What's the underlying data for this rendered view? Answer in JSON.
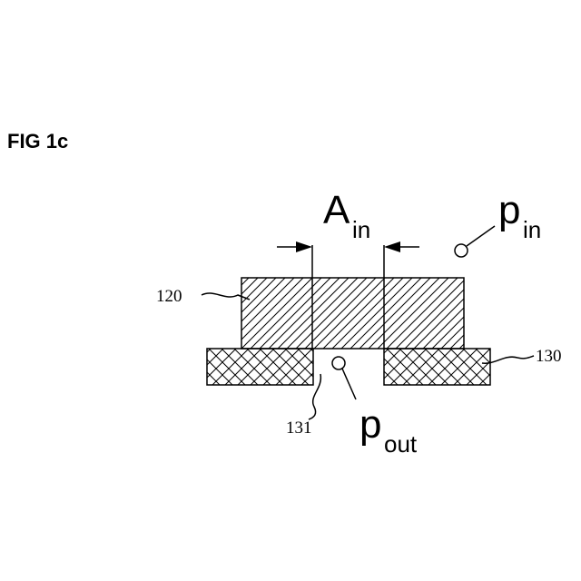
{
  "figure": {
    "title": "FIG 1c",
    "symbols": {
      "a_in": {
        "base": "A",
        "sub": "in"
      },
      "p_in": {
        "base": "p",
        "sub": "in"
      },
      "p_out": {
        "base": "p",
        "sub": "out"
      }
    },
    "references": {
      "layer_120": "120",
      "layer_130": "130",
      "opening_131": "131"
    }
  }
}
